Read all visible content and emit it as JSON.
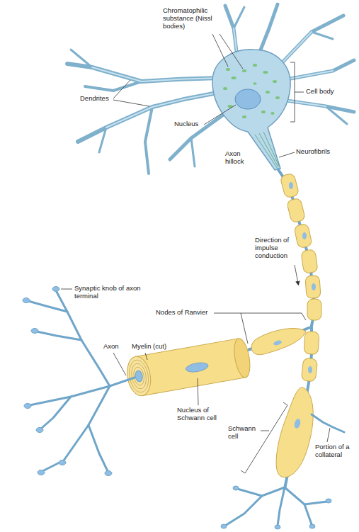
{
  "diagram": {
    "labels": [
      "Chromatophilic substance (Nissl bodies)",
      "Dendrites",
      "Cell body",
      "Nucleus",
      "Axon hillock",
      "Neurofibrils",
      "Direction of impulse conduction",
      "Synaptic knob of axon terminal",
      "Nodes of Ranvier",
      "Axon",
      "Myelin (cut)",
      "Nucleus of Schwann cell",
      "Schwann cell",
      "Portion of a collateral"
    ]
  }
}
